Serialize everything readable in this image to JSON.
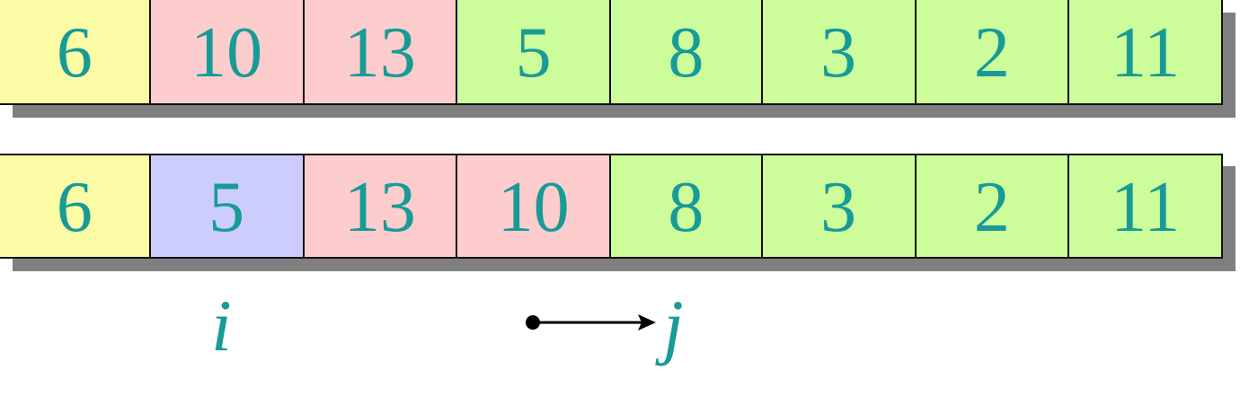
{
  "before": {
    "cells": [
      {
        "value": "6",
        "color": "#fbfba5"
      },
      {
        "value": "10",
        "color": "#fdcccc"
      },
      {
        "value": "13",
        "color": "#fdcccc"
      },
      {
        "value": "5",
        "color": "#cdfc9b"
      },
      {
        "value": "8",
        "color": "#cdfc9b"
      },
      {
        "value": "3",
        "color": "#cdfc9b"
      },
      {
        "value": "2",
        "color": "#cdfc9b"
      },
      {
        "value": "11",
        "color": "#cdfc9b"
      }
    ]
  },
  "after": {
    "cells": [
      {
        "value": "6",
        "color": "#fbfba5"
      },
      {
        "value": "5",
        "color": "#ccccfd"
      },
      {
        "value": "13",
        "color": "#fdcccc"
      },
      {
        "value": "10",
        "color": "#fdcccc"
      },
      {
        "value": "8",
        "color": "#cdfc9b"
      },
      {
        "value": "3",
        "color": "#cdfc9b"
      },
      {
        "value": "2",
        "color": "#cdfc9b"
      },
      {
        "value": "11",
        "color": "#cdfc9b"
      }
    ]
  },
  "pointers": {
    "i_label": "i",
    "j_label": "j"
  },
  "colors": {
    "digits": "#179b97",
    "shadow": "#7f7f7f",
    "border": "#111111"
  }
}
